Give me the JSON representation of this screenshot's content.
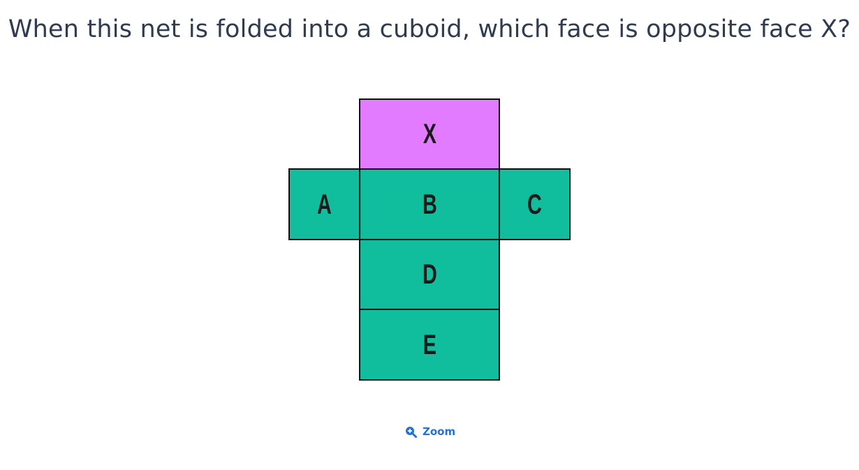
{
  "question": {
    "text": "When this net is folded into a cuboid, which face is opposite face X?"
  },
  "net": {
    "faces": [
      {
        "id": "x",
        "label": "X",
        "color": "#e27bff"
      },
      {
        "id": "a",
        "label": "A",
        "color": "#10bd9c"
      },
      {
        "id": "b",
        "label": "B",
        "color": "#10bd9c"
      },
      {
        "id": "c",
        "label": "C",
        "color": "#10bd9c"
      },
      {
        "id": "d",
        "label": "D",
        "color": "#10bd9c"
      },
      {
        "id": "e",
        "label": "E",
        "color": "#10bd9c"
      }
    ]
  },
  "zoom": {
    "label": "Zoom",
    "icon": "zoom-in-icon",
    "color": "#2372d8"
  }
}
